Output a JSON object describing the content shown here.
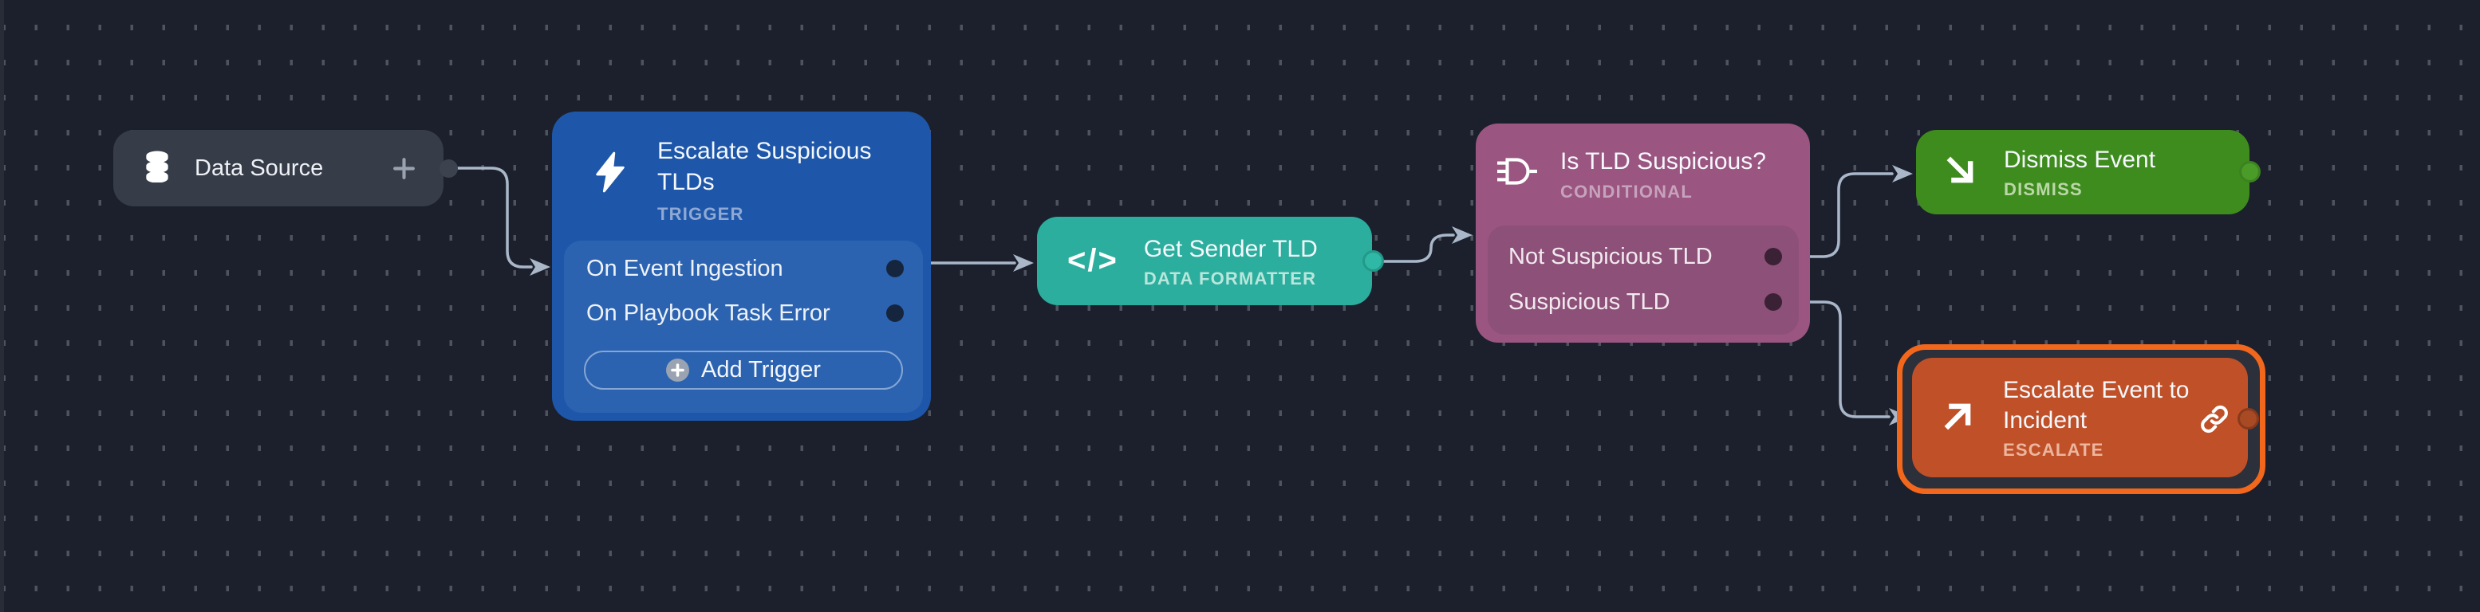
{
  "app": {
    "view": "playbook-editor-canvas"
  },
  "colors": {
    "canvas_bg": "#1b202c",
    "grid_dash": "#4e535e",
    "edge_line": "#a9b7c9",
    "datasource_bg": "#363c48",
    "trigger_bg": "#1e57a9",
    "trigger_panel_bg": "#2b63b1",
    "formatter_bg": "#2bae9d",
    "conditional_bg": "#9a5580",
    "conditional_panel_bg": "#8d5078",
    "dismiss_bg": "#3f8c1e",
    "escalate_bg": "#c05028",
    "selection_outline": "#f2671c"
  },
  "nodes": {
    "data_source": {
      "label": "Data Source",
      "icon": "database-icon",
      "add_icon": "plus-icon"
    },
    "trigger": {
      "title": "Escalate Suspicious TLDs",
      "type_label": "TRIGGER",
      "icon": "lightning-icon",
      "triggers": [
        {
          "label": "On Event Ingestion",
          "connected": true
        },
        {
          "label": "On Playbook Task Error",
          "connected": false
        }
      ],
      "add_button_label": "Add Trigger"
    },
    "formatter": {
      "title": "Get Sender TLD",
      "type_label": "DATA FORMATTER",
      "icon_glyph": "</>"
    },
    "conditional": {
      "title": "Is TLD Suspicious?",
      "type_label": "CONDITIONAL",
      "icon": "logic-gate-icon",
      "branches": [
        {
          "label": "Not Suspicious TLD",
          "connected": true
        },
        {
          "label": "Suspicious TLD",
          "connected": true
        }
      ]
    },
    "dismiss": {
      "title": "Dismiss Event",
      "type_label": "DISMISS",
      "icon": "arrow-down-right-icon"
    },
    "escalate": {
      "title": "Escalate Event to Incident",
      "type_label": "ESCALATE",
      "icon": "arrow-up-right-icon",
      "badge_icon": "link-icon",
      "selected": true
    }
  },
  "edges": [
    {
      "from": "data-source",
      "to": "trigger"
    },
    {
      "from": "trigger/on-event-ingestion",
      "to": "formatter"
    },
    {
      "from": "formatter",
      "to": "conditional"
    },
    {
      "from": "conditional/not-suspicious-tld",
      "to": "dismiss"
    },
    {
      "from": "conditional/suspicious-tld",
      "to": "escalate"
    }
  ]
}
